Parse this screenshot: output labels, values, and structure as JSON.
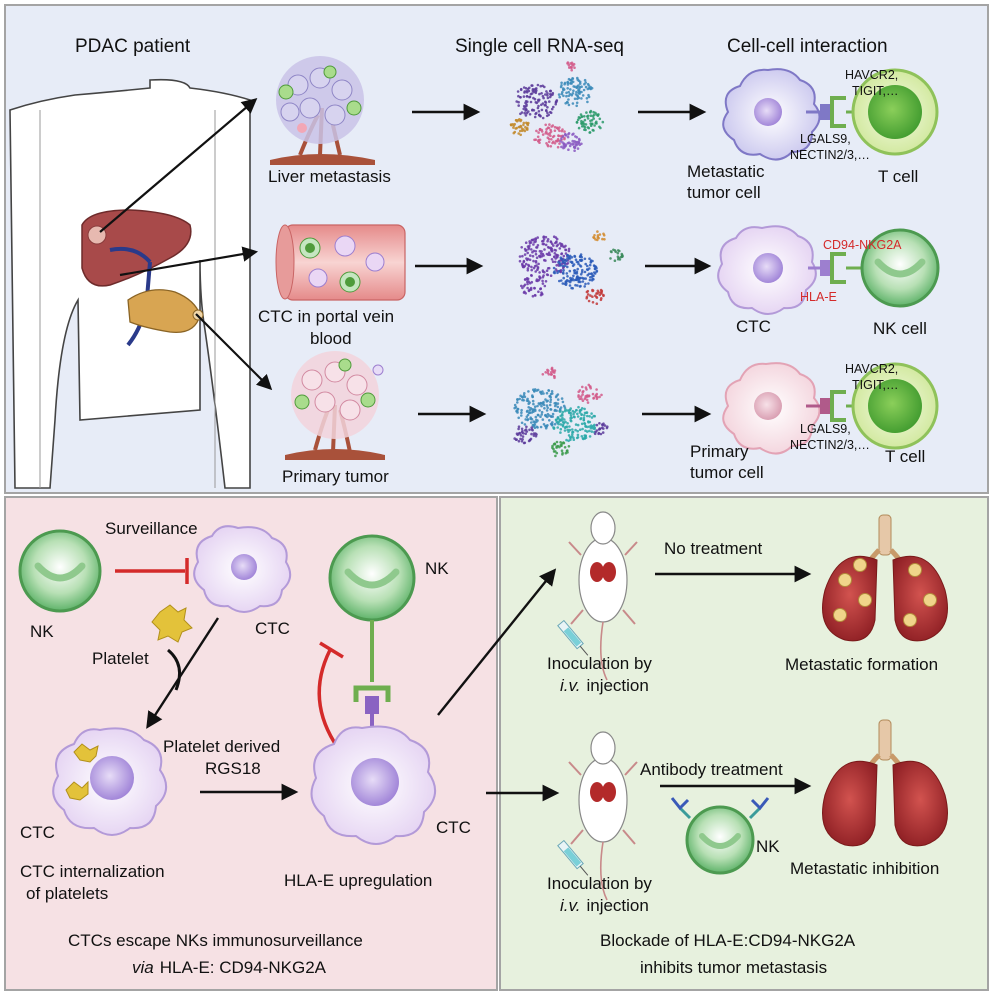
{
  "top_panel": {
    "patient_title": "PDAC patient",
    "scrna_title": "Single cell RNA-seq",
    "interaction_title": "Cell-cell interaction",
    "rows": [
      {
        "sample_label": [
          "Liver metastasis"
        ],
        "tumor_cell_label": [
          "Metastatic",
          "tumor cell"
        ],
        "immune_label": "T cell",
        "receptor_label": [
          "HAVCR2,",
          "TIGIT,…"
        ],
        "ligand_label": [
          "LGALS9,",
          "NECTIN2/3,…"
        ]
      },
      {
        "sample_label": [
          "CTC in portal vein",
          "blood"
        ],
        "tumor_cell_label": [
          "CTC"
        ],
        "immune_label": "NK cell",
        "receptor_label": [
          "CD94-NKG2A"
        ],
        "ligand_label": [
          "HLA-E"
        ]
      },
      {
        "sample_label": [
          "Primary tumor"
        ],
        "tumor_cell_label": [
          "Primary",
          "tumor cell"
        ],
        "immune_label": "T cell",
        "receptor_label": [
          "HAVCR2,",
          "TIGIT,…"
        ],
        "ligand_label": [
          "LGALS9,",
          "NECTIN2/3,…"
        ]
      }
    ]
  },
  "left_panel": {
    "surveillance": "Surveillance",
    "nk_label": "NK",
    "ctc_label": "CTC",
    "platelet_label": "Platelet",
    "platelet_derived": [
      "Platelet derived",
      "RGS18"
    ],
    "nk_label_2": "NK",
    "ctc_label_2": "CTC",
    "ctc_label_3": "CTC",
    "internalization": [
      "CTC internalization",
      "of platelets"
    ],
    "upregulation": "HLA-E upregulation",
    "caption_line1": "CTCs escape NKs immunosurveillance",
    "caption_line2_italic": "via",
    "caption_line2_rest": "HLA-E: CD94-NKG2A"
  },
  "right_panel": {
    "no_treatment": "No treatment",
    "antibody_treatment": "Antibody treatment",
    "inoculation_1": "Inoculation by",
    "iv_italic_1": "i.v.",
    "injection_1": "injection",
    "inoculation_2": "Inoculation by",
    "iv_italic_2": "i.v.",
    "injection_2": "injection",
    "metastatic_formation": "Metastatic formation",
    "metastatic_inhibition": "Metastatic inhibition",
    "nk_label": "NK",
    "caption_line1": "Blockade of HLA-E:CD94-NKG2A",
    "caption_line2": "inhibits tumor metastasis"
  },
  "colors": {
    "top_bg": "#e7ecf7",
    "left_bg": "#f6e1e4",
    "right_bg": "#e7f1de",
    "border": "#a4a4a4",
    "nk_green": "#5fb36a",
    "t_cell_green": "#cfe79a",
    "inhibit_red": "#d42a2a",
    "receptor_purple": "#8a63c2"
  }
}
